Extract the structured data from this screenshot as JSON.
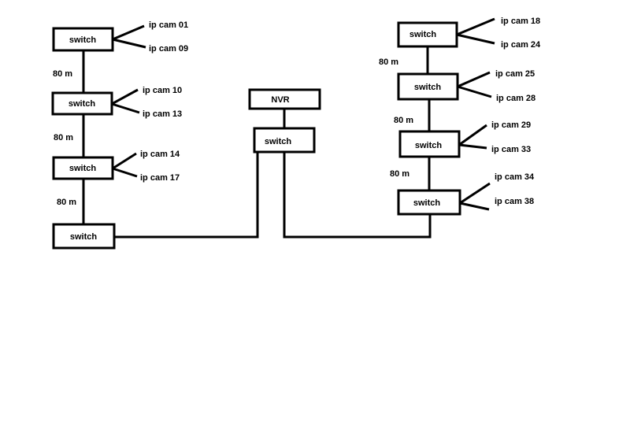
{
  "nvr": {
    "label": "NVR"
  },
  "core_switch": {
    "label": "switch"
  },
  "left_chain": {
    "switches": [
      "switch",
      "switch",
      "switch",
      "switch"
    ],
    "distances": [
      "80 m",
      "80 m",
      "80 m"
    ],
    "cams": [
      [
        "ip cam 01",
        "ip cam 09"
      ],
      [
        "ip cam 10",
        "ip cam 13"
      ],
      [
        "ip cam 14",
        "ip cam 17"
      ]
    ]
  },
  "right_chain": {
    "switches": [
      "switch",
      "switch",
      "switch",
      "switch"
    ],
    "distances": [
      "80 m",
      "80 m",
      "80 m"
    ],
    "cams": [
      [
        "ip cam 18",
        "ip cam 24"
      ],
      [
        "ip cam 25",
        "ip cam 28"
      ],
      [
        "ip cam 29",
        "ip cam 33"
      ],
      [
        "ip cam 34",
        "ip cam 38"
      ]
    ]
  }
}
